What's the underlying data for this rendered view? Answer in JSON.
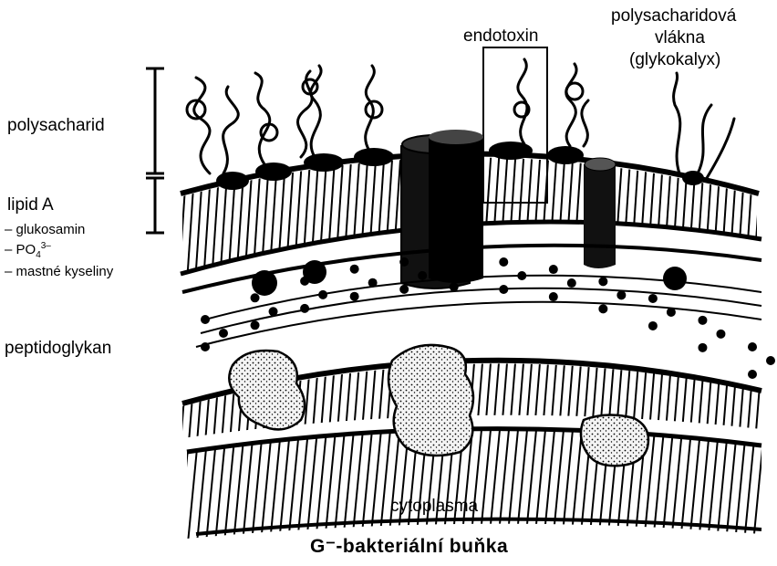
{
  "diagram": {
    "labels": {
      "polysaccharide": "polysacharid",
      "endotoxin": "endotoxin",
      "fibers_line1": "polysacharidová",
      "fibers_line2": "vlákna",
      "fibers_line3": "(glykokalyx)",
      "lipid_a": "lipid A",
      "glucosamine": "– glukosamin",
      "phosphate_base": "– PO",
      "phosphate_sub": "4",
      "phosphate_sup": "3–",
      "fatty_acids": "– mastné kyseliny",
      "peptidoglycan": "peptidoglykan",
      "cytoplasm": "cytoplasma",
      "title": "G⁻-bakteriální buňka"
    }
  }
}
